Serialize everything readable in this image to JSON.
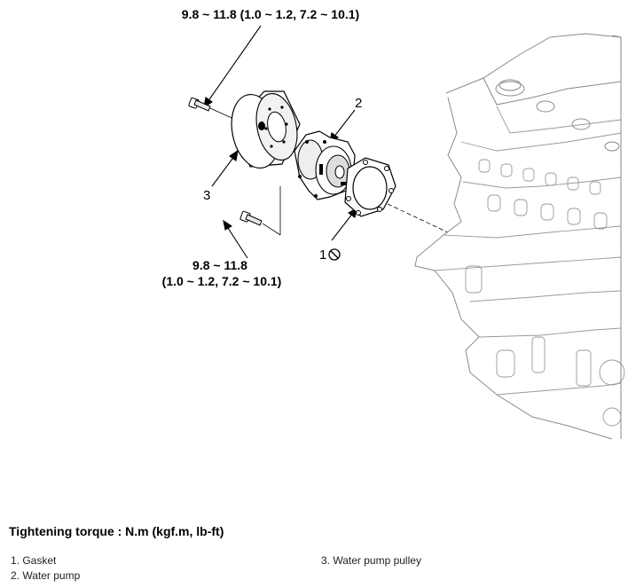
{
  "diagram": {
    "torque_top": "9.8 ~ 11.8 (1.0 ~ 1.2, 7.2 ~ 10.1)",
    "torque_bottom_line1": "9.8 ~ 11.8",
    "torque_bottom_line2": "(1.0 ~ 1.2, 7.2 ~ 10.1)",
    "callouts": [
      "1",
      "2",
      "3"
    ]
  },
  "heading": "Tightening torque : N.m (kgf.m, lb-ft)",
  "legend": [
    "1. Gasket",
    "2. Water pump",
    "3. Water pump pulley"
  ]
}
